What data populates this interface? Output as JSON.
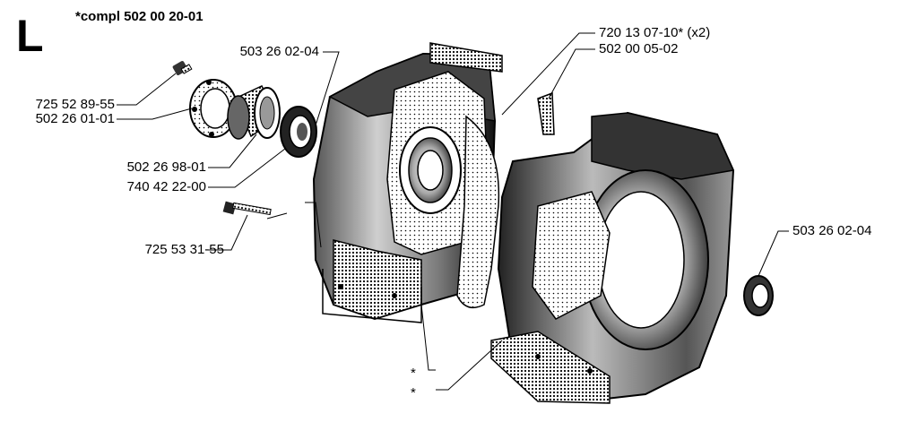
{
  "diagram": {
    "section_letter": "L",
    "kit_label": "*compl 502 00 20-01",
    "parts": [
      "725 52 89-55",
      "502 26 01-01",
      "503 26 02-04",
      "502 26 98-01",
      "740 42 22-00",
      "725 53 31-55",
      "720 13 07-10* (x2)",
      "502 00 05-02",
      "503 26 02-04",
      "*",
      "*"
    ]
  }
}
